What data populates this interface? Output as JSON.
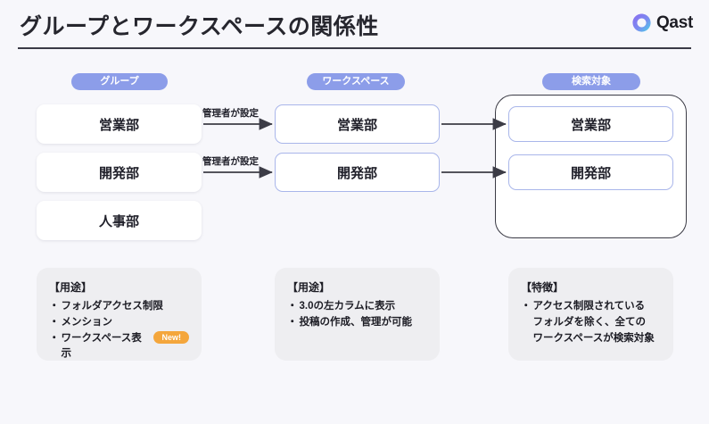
{
  "header": {
    "title": "グループとワークスペースの関係性",
    "brand_name": "Qast",
    "brand_mark": "qast-q-logo-icon",
    "logo_gradient_from": "#8b6cf0",
    "logo_gradient_to": "#46d6e8"
  },
  "columns": [
    {
      "key": "group",
      "badge": "グループ"
    },
    {
      "key": "workspace",
      "badge": "ワークスペース"
    },
    {
      "key": "search",
      "badge": "検索対象"
    }
  ],
  "badge_color": "#8c9de9",
  "group_nodes": [
    {
      "label": "営業部"
    },
    {
      "label": "開発部"
    },
    {
      "label": "人事部"
    }
  ],
  "workspace_nodes": [
    {
      "label": "営業部"
    },
    {
      "label": "開発部"
    }
  ],
  "search_nodes": [
    {
      "label": "営業部"
    },
    {
      "label": "開発部"
    }
  ],
  "arrows": [
    {
      "label": "管理者が設定"
    },
    {
      "label": "管理者が設定"
    }
  ],
  "notes": [
    {
      "heading": "【用途】",
      "bullet": "・",
      "items": [
        {
          "text": "フォルダアクセス制限",
          "badge": null
        },
        {
          "text": "メンション",
          "badge": null
        },
        {
          "text": "ワークスペース表示",
          "badge": "New!"
        }
      ]
    },
    {
      "heading": "【用途】",
      "bullet": "・",
      "items": [
        {
          "text": "3.0の左カラムに表示",
          "badge": null
        },
        {
          "text": "投稿の作成、管理が可能",
          "badge": null
        }
      ]
    },
    {
      "heading": "【特徴】",
      "bullet": "・",
      "items": [
        {
          "text": "アクセス制限されている\nフォルダを除く、全ての\nワークスペースが検索対象",
          "badge": null
        }
      ]
    }
  ],
  "new_badge_color": "#f4a63c"
}
